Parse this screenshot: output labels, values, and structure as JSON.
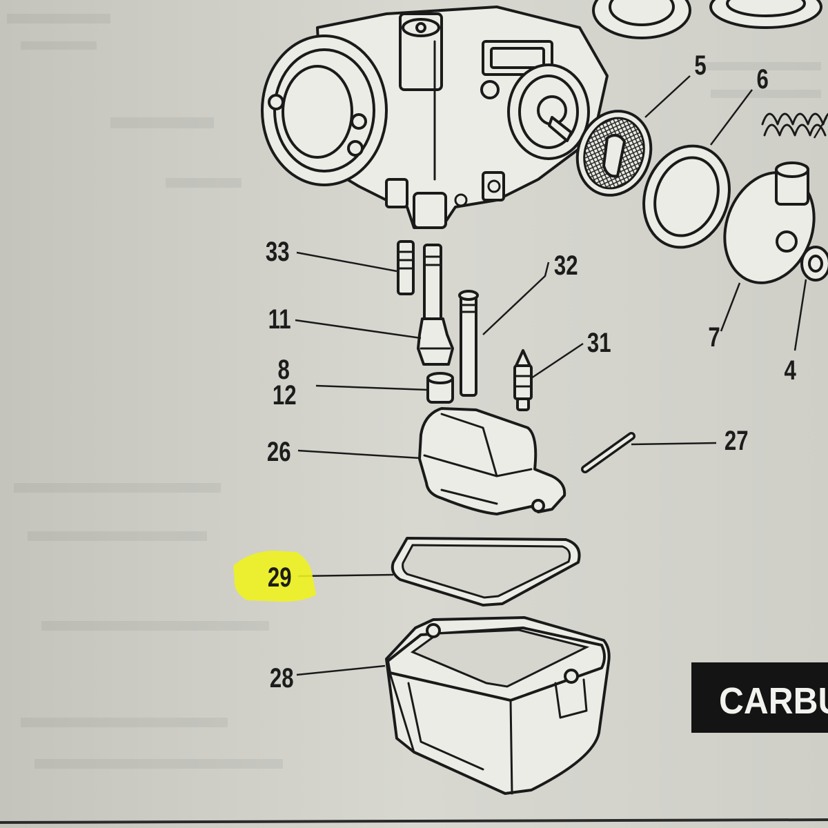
{
  "diagram": {
    "callouts": [
      {
        "id": "33",
        "label": "33"
      },
      {
        "id": "32",
        "label": "32"
      },
      {
        "id": "11",
        "label": "11"
      },
      {
        "id": "31",
        "label": "31"
      },
      {
        "id": "8",
        "label": "8"
      },
      {
        "id": "12",
        "label": "12"
      },
      {
        "id": "26",
        "label": "26"
      },
      {
        "id": "27",
        "label": "27"
      },
      {
        "id": "29",
        "label": "29"
      },
      {
        "id": "28",
        "label": "28"
      },
      {
        "id": "5",
        "label": "5"
      },
      {
        "id": "6",
        "label": "6"
      },
      {
        "id": "7",
        "label": "7"
      },
      {
        "id": "4",
        "label": "4"
      }
    ],
    "highlighted_callout": "29",
    "highlight_color": "#eef21e",
    "section_banner": "CARBU"
  }
}
